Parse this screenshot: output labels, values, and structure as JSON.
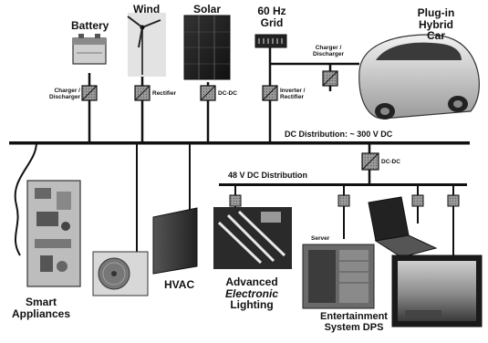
{
  "sources": {
    "battery": "Battery",
    "wind": "Wind",
    "solar": "Solar",
    "grid_line1": "60 Hz",
    "grid_line2": "Grid",
    "car_line1": "Plug-in",
    "car_line2": "Hybrid",
    "car_line3": "Car"
  },
  "converters": {
    "battery_line1": "Charger /",
    "battery_line2": "Discharger",
    "wind": "Rectifier",
    "solar": "DC-DC",
    "grid_line1": "Inverter /",
    "grid_line2": "Rectifier",
    "car_line1": "Charger /",
    "car_line2": "Discharger",
    "dc48": "DC-DC"
  },
  "buses": {
    "dc_main": "DC Distribution:  ~ 300 V DC",
    "dc_48v": "48 V DC Distribution"
  },
  "loads": {
    "appliances_line1": "Smart",
    "appliances_line2": "Appliances",
    "hvac": "HVAC",
    "lighting_line1": "Advanced",
    "lighting_line2": "Electronic",
    "lighting_line3": "Lighting",
    "server": "Server",
    "entertainment_line1": "Entertainment",
    "entertainment_line2": "System DPS"
  }
}
